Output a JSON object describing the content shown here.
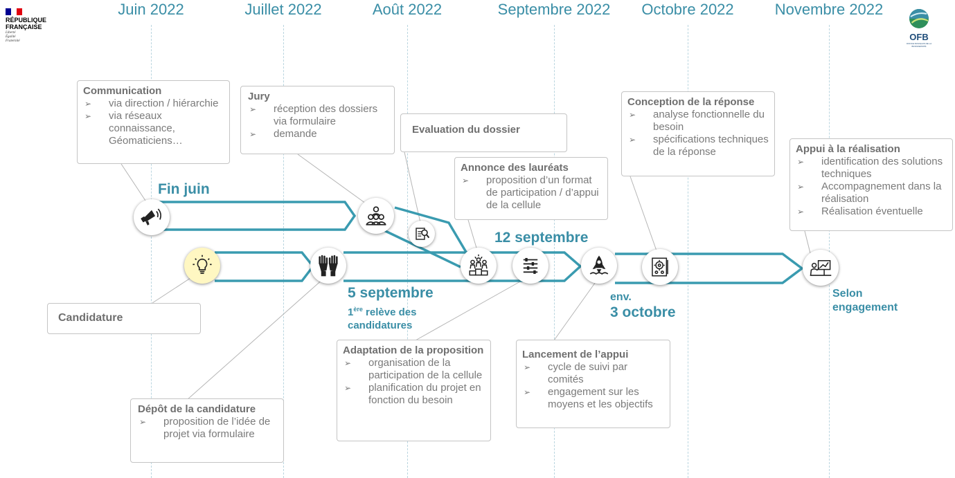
{
  "header": {
    "months": [
      "Juin 2022",
      "Juillet 2022",
      "Août 2022",
      "Septembre 2022",
      "Octobre 2022",
      "Novembre 2022"
    ],
    "logo_left": {
      "name": "RÉPUBLIQUE FRANÇAISE",
      "motto": [
        "Liberté",
        "Égalité",
        "Fraternité"
      ]
    },
    "logo_right": {
      "name": "OFB",
      "subtitle": "OFFICE FRANÇAIS DE LA BIODIVERSITÉ"
    }
  },
  "dates": {
    "fin_juin": "Fin juin",
    "sept5": "5 septembre",
    "releve_exp": "ère",
    "releve_line1": "relève des",
    "releve_line2": "candidatures",
    "sept12": "12 septembre",
    "oct3_line1": "env.",
    "oct3_line2": "3 octobre",
    "selon_line1": "Selon",
    "selon_line2": "engagement"
  },
  "boxes": {
    "communication": {
      "title": "Communication",
      "items": [
        "via direction / hiérarchie",
        "via réseaux connaissance, Géomaticiens…"
      ]
    },
    "jury": {
      "title": "Jury",
      "items": [
        "réception des dossiers via formulaire",
        "demande"
      ]
    },
    "evaluation": {
      "title": "Evaluation du dossier"
    },
    "annonce": {
      "title": "Annonce des lauréats",
      "items": [
        "proposition d’un format de participation / d’appui de la cellule"
      ]
    },
    "conception": {
      "title": "Conception de la réponse",
      "items": [
        "analyse fonctionnelle du besoin",
        "spécifications techniques de la réponse"
      ]
    },
    "appui": {
      "title": "Appui à la réalisation",
      "items": [
        "identification des solutions techniques",
        "Accompagnement dans la réalisation",
        "Réalisation éventuelle"
      ]
    },
    "candidature": {
      "title": "Candidature"
    },
    "depot": {
      "title": "Dépôt de la candidature",
      "items": [
        "proposition de l’idée de projet via formulaire"
      ]
    },
    "adaptation": {
      "title": "Adaptation de la proposition",
      "items": [
        "organisation de la participation de la cellule",
        "planification du projet en fonction du besoin"
      ]
    },
    "lancement": {
      "title": "Lancement de l’appui",
      "items": [
        "cycle de suivi par comités",
        "engagement sur les moyens et les objectifs"
      ]
    }
  },
  "icons": [
    "megaphone-icon",
    "people-group-icon",
    "document-search-icon",
    "lightbulb-icon",
    "raised-hands-icon",
    "podium-winners-icon",
    "list-settings-icon",
    "rocket-icon",
    "blueprint-gear-icon",
    "presentation-board-icon"
  ],
  "colors": {
    "accent": "#3a8ea6",
    "box_border": "#c4c4c4",
    "text_gray": "#7a7a7a",
    "bulb_bg": "#fff7c2"
  }
}
